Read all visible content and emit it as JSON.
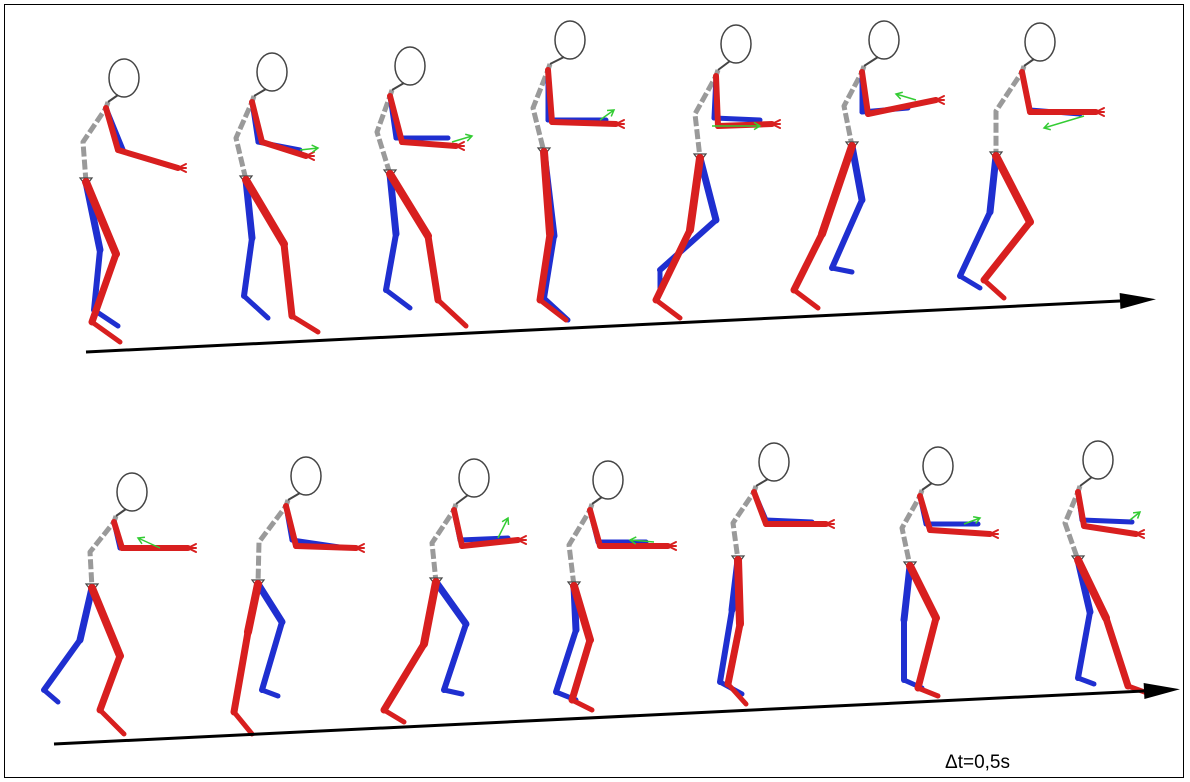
{
  "figure": {
    "time_step_label": "Δt=0,5s",
    "colors": {
      "left_limbs": "#d81f1f",
      "right_limbs": "#1f2fd0",
      "torso": "#9a9a9a",
      "force_arrow": "#33cc33",
      "axis": "#000000"
    },
    "rows": [
      {
        "name": "top-sequence",
        "frame_count": 7
      },
      {
        "name": "bottom-sequence",
        "frame_count": 7
      }
    ]
  }
}
